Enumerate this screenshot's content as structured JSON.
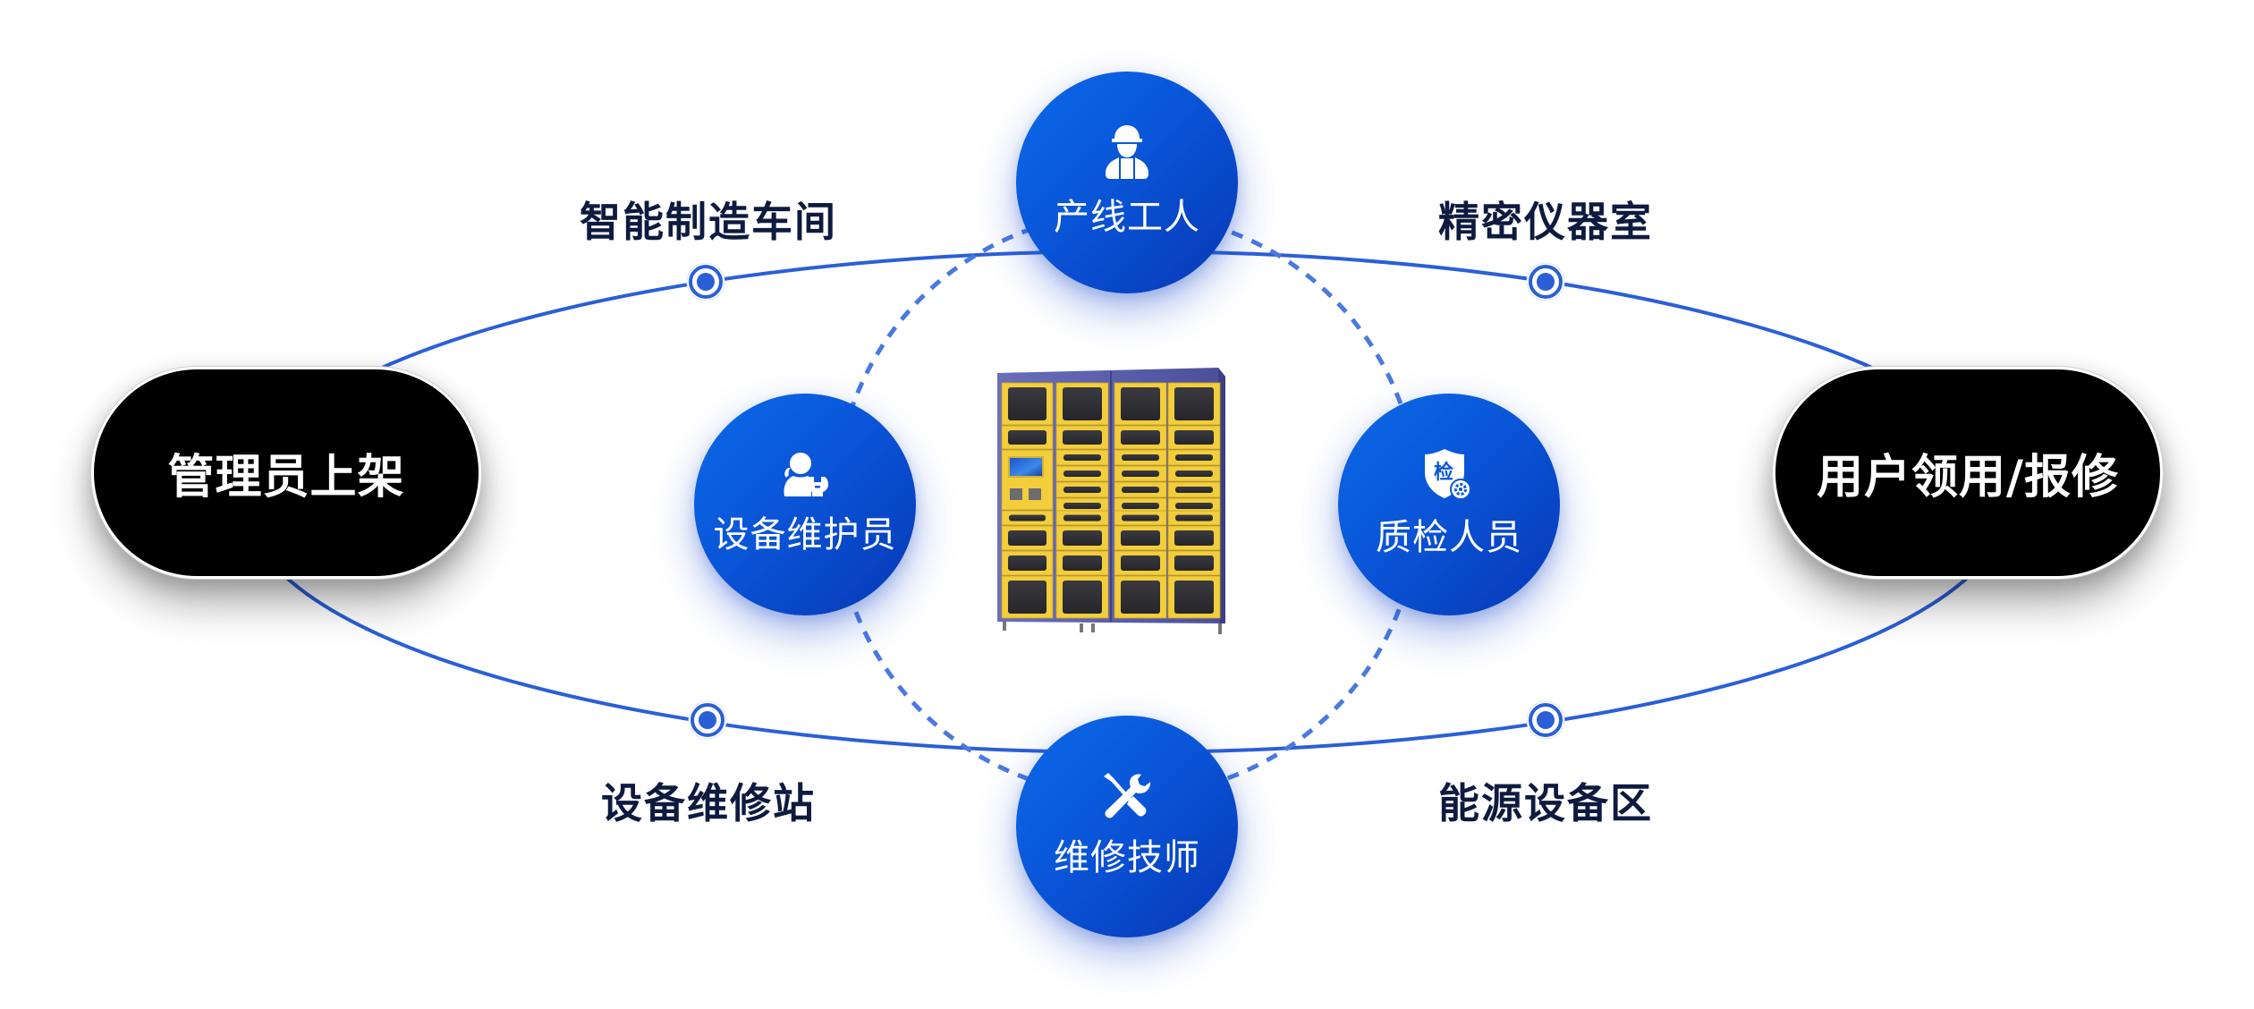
{
  "diagram": {
    "title": "",
    "endpoints": {
      "left": "管理员上架",
      "right": "用户领用/报修"
    },
    "locations": [
      {
        "id": "top-left",
        "label": "智能制造车间"
      },
      {
        "id": "top-right",
        "label": "精密仪器室"
      },
      {
        "id": "bottom-left",
        "label": "设备维修站"
      },
      {
        "id": "bottom-right",
        "label": "能源设备区"
      }
    ],
    "roles": [
      {
        "id": "top",
        "label": "产线工人",
        "icon": "worker-helmet-icon"
      },
      {
        "id": "left",
        "label": "设备维护员",
        "icon": "user-wrench-icon"
      },
      {
        "id": "right",
        "label": "质检人员",
        "icon": "inspection-shield-icon"
      },
      {
        "id": "bottom",
        "label": "维修技师",
        "icon": "tools-icon"
      }
    ],
    "center": {
      "label": "",
      "icon": "smart-locker-cabinet"
    }
  },
  "colors": {
    "accent_blue": "#2a5fd8",
    "role_circle": "#0a55d8",
    "dashed_ring": "#4a79e0",
    "label_text": "#0e1a3f",
    "pill_bg": "#000000",
    "cabinet_frame": "#5a5ea8",
    "cabinet_door": "#f2cd3c"
  }
}
